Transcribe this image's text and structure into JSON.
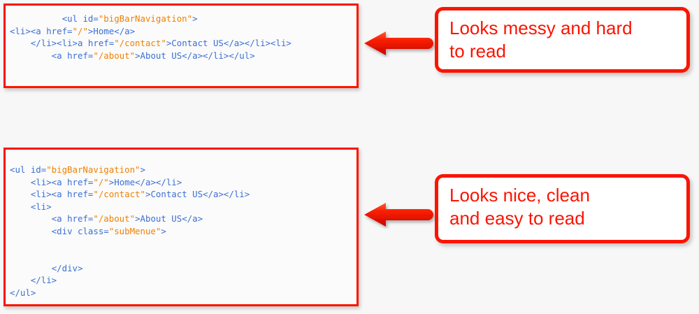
{
  "page": {
    "background_color": "#f7f7f7",
    "accent_red": "#fb1400",
    "code_tag_color": "#3b6fd4",
    "code_string_color": "#f08000",
    "code_background": "#fbfbfb"
  },
  "code_blocks": [
    {
      "id": "messy",
      "title": "messy-html-snippet",
      "lines": [
        [
          {
            "t": "plain",
            "v": "          "
          },
          {
            "t": "tag",
            "v": "<ul id="
          },
          {
            "t": "str",
            "v": "\"bigBarNavigation\""
          },
          {
            "t": "tag",
            "v": ">"
          }
        ],
        [
          {
            "t": "tag",
            "v": "<li><a href="
          },
          {
            "t": "str",
            "v": "\"/\""
          },
          {
            "t": "tag",
            "v": ">"
          },
          {
            "t": "txt",
            "v": "Home"
          },
          {
            "t": "tag",
            "v": "</a>"
          }
        ],
        [
          {
            "t": "plain",
            "v": "    "
          },
          {
            "t": "tag",
            "v": "</li><li>a href="
          },
          {
            "t": "str",
            "v": "\"/contact\""
          },
          {
            "t": "tag",
            "v": ">"
          },
          {
            "t": "txt",
            "v": "Contact US"
          },
          {
            "t": "tag",
            "v": "</a></li><li>"
          }
        ],
        [
          {
            "t": "plain",
            "v": "        "
          },
          {
            "t": "tag",
            "v": "<a href="
          },
          {
            "t": "str",
            "v": "\"/about\""
          },
          {
            "t": "tag",
            "v": ">"
          },
          {
            "t": "txt",
            "v": "About US"
          },
          {
            "t": "tag",
            "v": "</a></li></ul>"
          }
        ]
      ],
      "plain_text": "          <ul id=\"bigBarNavigation\">\n<li><a href=\"/\">Home</a>\n    </li><li>a href=\"/contact\">Contact US</a></li><li>\n        <a href=\"/about\">About US</a></li></ul>"
    },
    {
      "id": "clean",
      "title": "clean-html-snippet",
      "lines": [
        [
          {
            "t": "tag",
            "v": "<ul id="
          },
          {
            "t": "str",
            "v": "\"bigBarNavigation\""
          },
          {
            "t": "tag",
            "v": ">"
          }
        ],
        [
          {
            "t": "plain",
            "v": "    "
          },
          {
            "t": "tag",
            "v": "<li><a href="
          },
          {
            "t": "str",
            "v": "\"/\""
          },
          {
            "t": "tag",
            "v": ">"
          },
          {
            "t": "txt",
            "v": "Home"
          },
          {
            "t": "tag",
            "v": "</a></li>"
          }
        ],
        [
          {
            "t": "plain",
            "v": "    "
          },
          {
            "t": "tag",
            "v": "<li><a href="
          },
          {
            "t": "str",
            "v": "\"/contact\""
          },
          {
            "t": "tag",
            "v": ">"
          },
          {
            "t": "txt",
            "v": "Contact US"
          },
          {
            "t": "tag",
            "v": "</a></li>"
          }
        ],
        [
          {
            "t": "plain",
            "v": "    "
          },
          {
            "t": "tag",
            "v": "<li>"
          }
        ],
        [
          {
            "t": "plain",
            "v": "        "
          },
          {
            "t": "tag",
            "v": "<a href="
          },
          {
            "t": "str",
            "v": "\"/about\""
          },
          {
            "t": "tag",
            "v": ">"
          },
          {
            "t": "txt",
            "v": "About US"
          },
          {
            "t": "tag",
            "v": "</a>"
          }
        ],
        [
          {
            "t": "plain",
            "v": "        "
          },
          {
            "t": "tag",
            "v": "<div class="
          },
          {
            "t": "str",
            "v": "\"subMenue\""
          },
          {
            "t": "tag",
            "v": ">"
          }
        ],
        [
          {
            "t": "plain",
            "v": ""
          }
        ],
        [
          {
            "t": "plain",
            "v": ""
          }
        ],
        [
          {
            "t": "plain",
            "v": "        "
          },
          {
            "t": "tag",
            "v": "</div>"
          }
        ],
        [
          {
            "t": "plain",
            "v": "    "
          },
          {
            "t": "tag",
            "v": "</li>"
          }
        ],
        [
          {
            "t": "tag",
            "v": "</ul>"
          }
        ]
      ],
      "plain_text": "<ul id=\"bigBarNavigation\">\n    <li><a href=\"/\">Home</a></li>\n    <li><a href=\"/contact\">Contact US</a></li>\n    <li>\n        <a href=\"/about\">About US</a>\n        <div class=\"subMenue\">\n\n\n        </div>\n    </li>\n</ul>"
    }
  ],
  "callouts": [
    {
      "id": "messy",
      "lines": [
        "Looks messy and hard",
        "to read"
      ],
      "text": "Looks messy and hard to read",
      "text_color": "#fb1400",
      "border_color": "#fb1400"
    },
    {
      "id": "clean",
      "lines": [
        "Looks nice, clean",
        "and easy to read"
      ],
      "text": "Looks nice, clean and easy to read",
      "text_color": "#fb1400",
      "border_color": "#fb1400"
    }
  ],
  "arrows": [
    {
      "id": "messy",
      "direction": "left",
      "color": "#f01400",
      "icon": "arrow-left-icon"
    },
    {
      "id": "clean",
      "direction": "left",
      "color": "#f01400",
      "icon": "arrow-left-icon"
    }
  ]
}
